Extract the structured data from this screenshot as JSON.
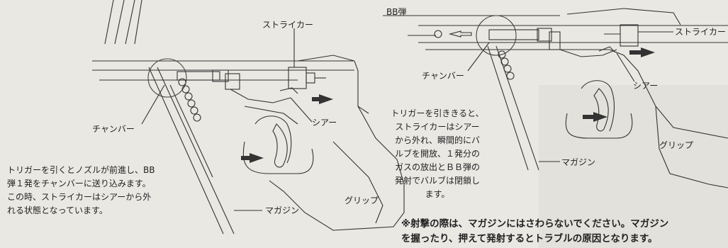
{
  "left_diagram": {
    "label_striker": "ストライカー",
    "label_chamber": "チャンバー",
    "label_sear": "シアー",
    "label_magazine": "マガジン",
    "label_grip": "グリップ",
    "caption": [
      "トリガーを引くとノズルが前進し、BB",
      "弾１発をチャンバーに送り込みます。",
      "この時、ストライカーはシアーから外",
      "れる状態となっています。"
    ]
  },
  "right_diagram": {
    "label_bb": "BB弾",
    "label_striker": "ストライカー",
    "label_chamber": "チャンバー",
    "label_sear": "シアー",
    "label_magazine": "マガジン",
    "label_grip": "グリップ",
    "caption": [
      "トリガーを引ききると、",
      "ストライカーはシアー",
      "から外れ、瞬間的にバ",
      "ルブを開放、１発分の",
      "ガスの放出とＢＢ弾の",
      "発射でバルブは閉鎖し",
      "ます。"
    ]
  },
  "note": [
    "※射撃の際は、マガジンにはさわらないでください。マガジン",
    "を握ったり、押えて発射するとトラブルの原因となります。"
  ]
}
